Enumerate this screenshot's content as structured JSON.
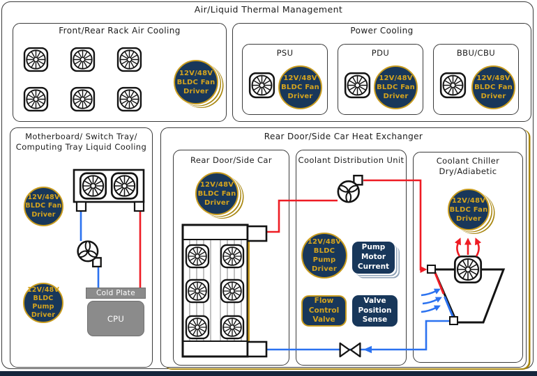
{
  "title": "Air/Liquid Thermal Management",
  "colors": {
    "navy": "#18375a",
    "gold": "#c99c1e",
    "red_coolant_line": "#ee1c24",
    "blue_coolant_line": "#2b72f0",
    "gray_block": "#8b8b8b",
    "bottom_bar": "#15263c"
  },
  "badges": {
    "fan": {
      "l1": "12V/48V",
      "l2": "BLDC Fan",
      "l3": "Driver"
    },
    "pump": {
      "l1": "12V/48V",
      "l2": "BLDC Pump",
      "l3": "Driver"
    }
  },
  "front_rear_rack": {
    "title": "Front/Rear Rack Air Cooling"
  },
  "power_cooling": {
    "title": "Power Cooling",
    "units": [
      {
        "label": "PSU"
      },
      {
        "label": "PDU"
      },
      {
        "label": "BBU/CBU"
      }
    ]
  },
  "motherboard": {
    "title_line1": "Motherboard/ Switch Tray/",
    "title_line2": "Computing Tray Liquid Cooling",
    "cold_plate_label": "Cold Plate",
    "cpu_label": "CPU"
  },
  "rear_door_hx": {
    "title": "Rear Door/Side Car Heat Exchanger",
    "rear_door": {
      "title": "Rear Door/Side Car"
    },
    "cdu": {
      "title": "Coolant Distribution Unit",
      "pump_motor_current": {
        "l1": "Pump",
        "l2": "Motor",
        "l3": "Current"
      },
      "flow_control_valve": {
        "l1": "Flow",
        "l2": "Control",
        "l3": "Valve"
      },
      "valve_position_sense": {
        "l1": "Valve",
        "l2": "Position",
        "l3": "Sense"
      }
    },
    "chiller": {
      "title_line1": "Coolant Chiller",
      "title_line2": "Dry/Adiabetic"
    }
  },
  "icons": {
    "fan": "fan-icon",
    "pump": "pump-icon",
    "valve": "valve-icon",
    "radiator": "radiator-icon",
    "heat_exchanger": "heat-exchanger-icon",
    "chiller_tower": "chiller-tower-icon",
    "heat_exhaust": "red-up-arrows",
    "airflow": "blue-airflow-arrows"
  }
}
